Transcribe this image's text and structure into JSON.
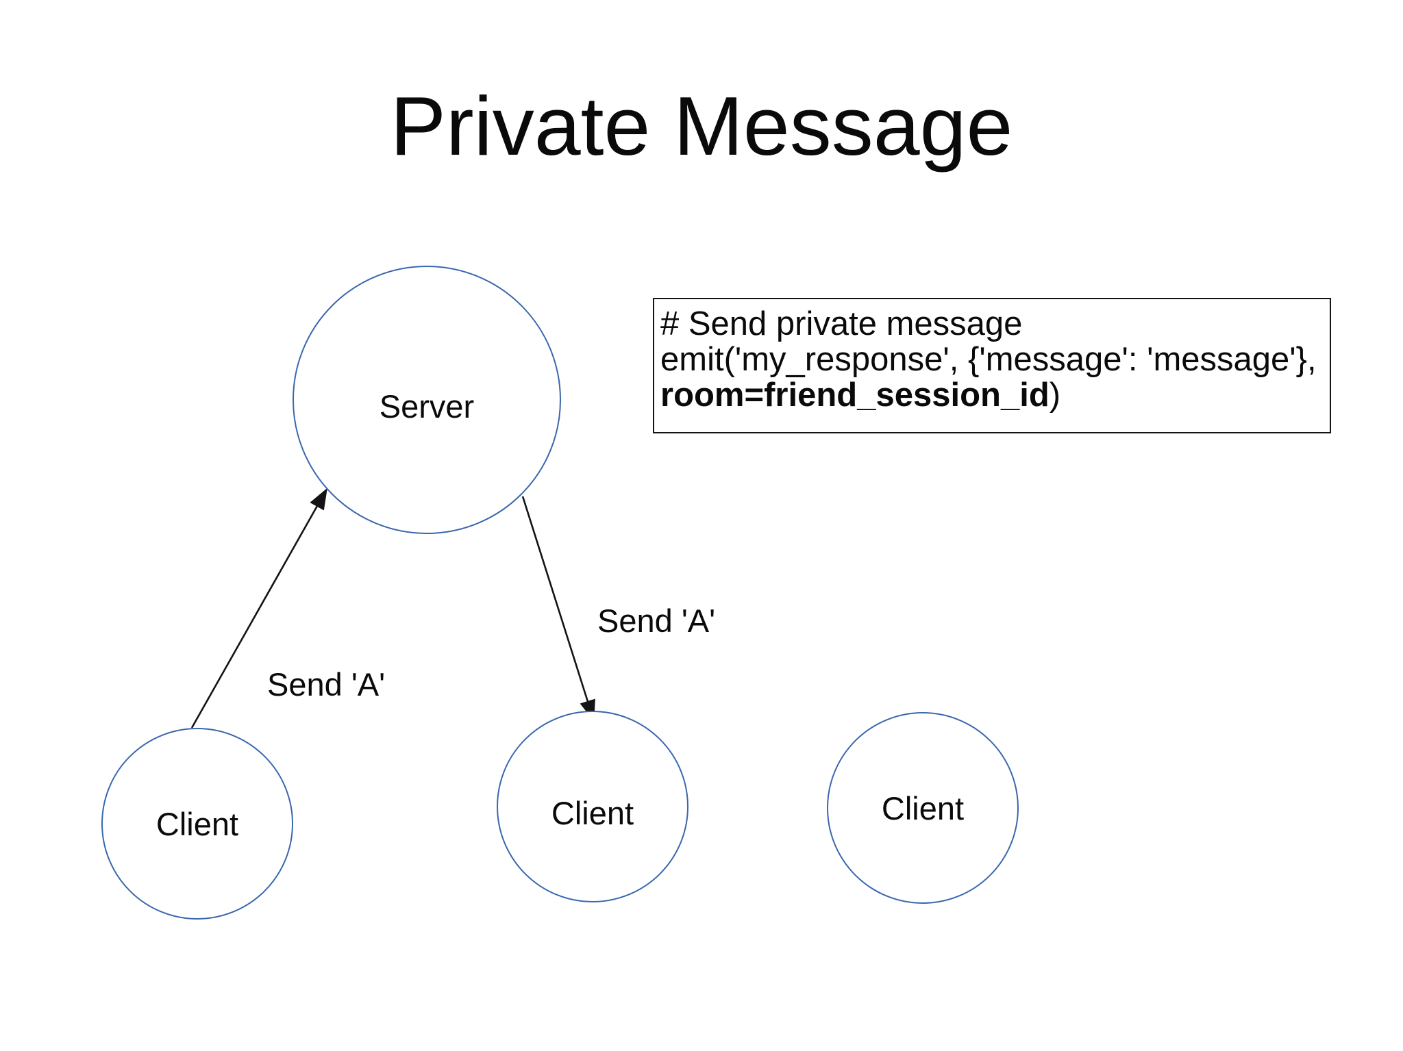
{
  "title": "Private Message",
  "colors": {
    "circle_stroke": "#3a67ad",
    "arrow_line": "#141414",
    "text": "#0a0a0a",
    "background": "#ffffff"
  },
  "nodes": {
    "server": {
      "label": "Server"
    },
    "client1": {
      "label": "Client"
    },
    "client2": {
      "label": "Client"
    },
    "client3": {
      "label": "Client"
    }
  },
  "arrows": {
    "client1_to_server": {
      "label": "Send 'A'"
    },
    "server_to_client2": {
      "label": "Send 'A'"
    }
  },
  "code_box": {
    "line1": "# Send private message",
    "line2": "emit('my_response', {'message': 'message'},",
    "line3_bold": "room=friend_session_id",
    "line3_suffix": ")"
  }
}
